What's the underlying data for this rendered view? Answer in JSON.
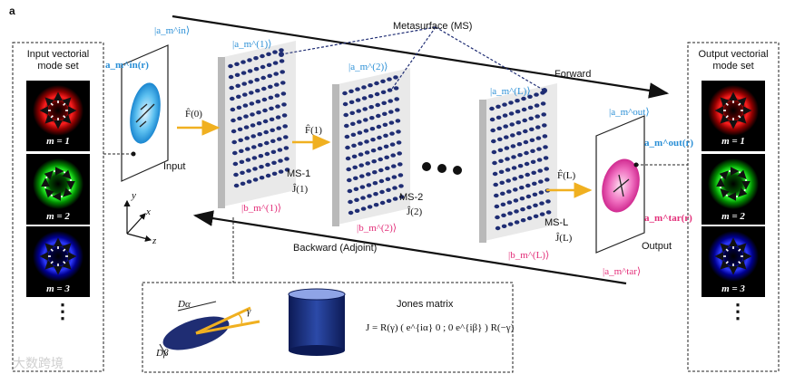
{
  "panel_label": "a",
  "input_panel": {
    "title_line1": "Input vectorial",
    "title_line2": "mode set",
    "modes": [
      "m = 1",
      "m = 2",
      "m = 3"
    ],
    "dots": "⋮"
  },
  "output_panel": {
    "title_line1": "Output vectorial",
    "title_line2": "mode set",
    "modes": [
      "m = 1",
      "m = 2",
      "m = 3"
    ],
    "dots": "⋮"
  },
  "labels": {
    "metasurface": "Metasurface (MS)",
    "forward": "Forward",
    "backward": "Backward (Adjoint)",
    "input": "Input",
    "output": "Output",
    "ms1": "MS-1",
    "ms2": "MS-2",
    "msL": "MS-L",
    "j1": "Ĵ(1)",
    "j2": "Ĵ(2)",
    "jL": "Ĵ(L)",
    "axis_x": "x",
    "axis_y": "y",
    "axis_z": "z",
    "a_in_ket": "|a_m^in⟩",
    "a1_ket": "|a_m^(1)⟩",
    "a2_ket": "|a_m^(2)⟩",
    "aL_ket": "|a_m^(L)⟩",
    "a_out_ket": "|a_m^out⟩",
    "a_tar_ket": "|a_m^tar⟩",
    "b1_ket": "|b_m^(1)⟩",
    "b2_ket": "|b_m^(2)⟩",
    "bL_ket": "|b_m^(L)⟩",
    "a_in_field": "a_m^in(r)",
    "a_out_field": "a_m^out(r)",
    "a_tar_field": "a_m^tar(r)",
    "f0": "F̂(0)",
    "f1": "F̂(1)",
    "fL": "F̂(L)"
  },
  "inset": {
    "d_alpha": "Dα",
    "d_beta": "Dβ",
    "gamma": "γ",
    "jones_title": "Jones matrix",
    "jones_formula": "J = R(γ) ( e^{iα} 0 ; 0 e^{iβ} ) R(−γ)"
  },
  "watermark": "大数跨境",
  "colors": {
    "blue": "#2a8fd6",
    "pink": "#e3307a",
    "navy": "#1f2d73",
    "arrow": "#f0b020"
  }
}
